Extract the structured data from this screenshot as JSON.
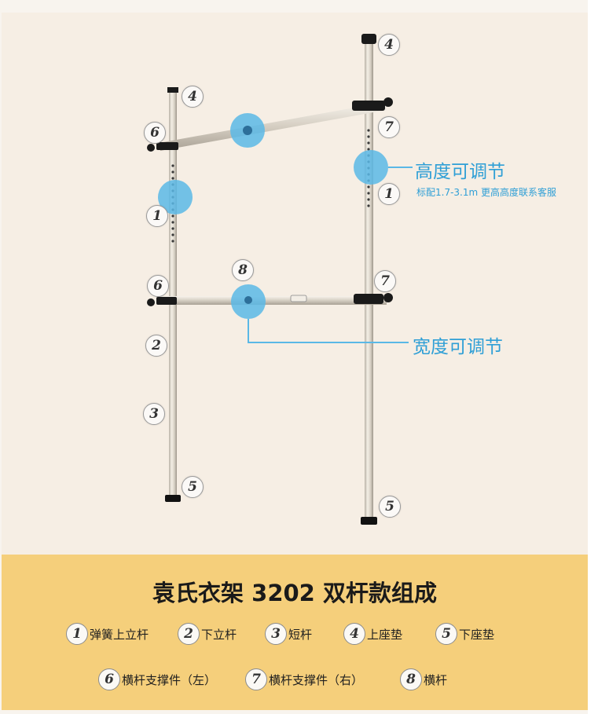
{
  "diagram": {
    "number_labels": [
      "4",
      "6",
      "1",
      "6",
      "2",
      "3",
      "5",
      "8",
      "4",
      "7",
      "1",
      "7",
      "5"
    ],
    "callouts": {
      "height_adjust": "高度可调节",
      "height_note": "标配1.7-3.1m 更高高度联系客服",
      "width_adjust": "宽度可调节"
    },
    "highlight_color": "#5ab8e6",
    "callout_color": "#2f9fd6"
  },
  "legend": {
    "title": "袁氏衣架 3202 双杆款组成",
    "items": [
      {
        "num": "1",
        "label": "弹簧上立杆"
      },
      {
        "num": "2",
        "label": "下立杆"
      },
      {
        "num": "3",
        "label": "短杆"
      },
      {
        "num": "4",
        "label": "上座垫"
      },
      {
        "num": "5",
        "label": "下座垫"
      },
      {
        "num": "6",
        "label": "横杆支撑件（左）"
      },
      {
        "num": "7",
        "label": "横杆支撑件（右）"
      },
      {
        "num": "8",
        "label": "横杆"
      }
    ],
    "background": "#f5cf7b"
  }
}
